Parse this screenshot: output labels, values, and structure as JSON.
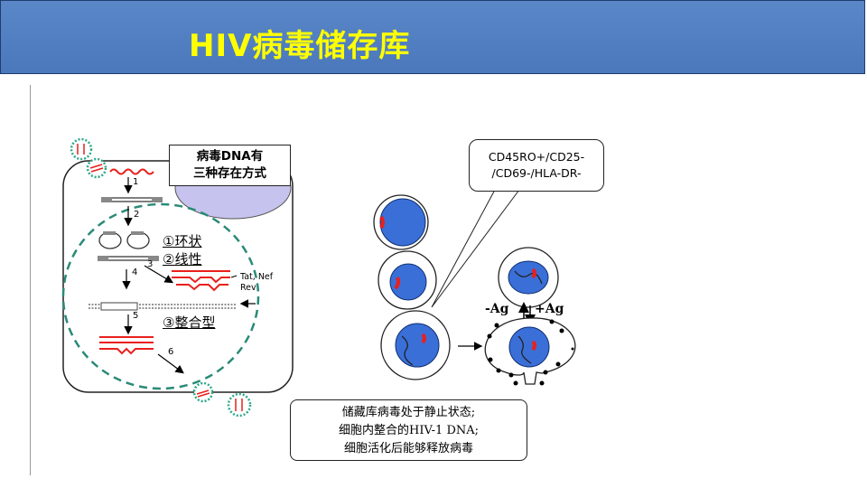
{
  "title": "HIV病毒储存库",
  "left_diagram": {
    "callout_line1": "病毒DNA有",
    "callout_line2": "三种存在方式",
    "form1": "①环状",
    "form2": "②线性",
    "form3": "③整合型",
    "step1": "1",
    "step2": "2",
    "step3": "3",
    "step4": "4",
    "step5": "5",
    "step6": "6",
    "tat_nef": "Tat, Nef",
    "rev": "Rev"
  },
  "right_diagram": {
    "marker_line1": "CD45RO+/CD25-",
    "marker_line2": "/CD69-/HLA-DR-",
    "minus_ag": "-Ag",
    "plus_ag": "+Ag"
  },
  "summary": {
    "line1": "储藏库病毒处于静止状态;",
    "line2": "细胞内整合的HIV-1 DNA;",
    "line3": "细胞活化后能够释放病毒"
  },
  "colors": {
    "title_bg": "#4f7fc1",
    "title_text": "#ffff00",
    "nucleus_blue": "#3a6fd8",
    "nucleus_border": "#2a8a78",
    "dna_red": "#e8201c"
  }
}
